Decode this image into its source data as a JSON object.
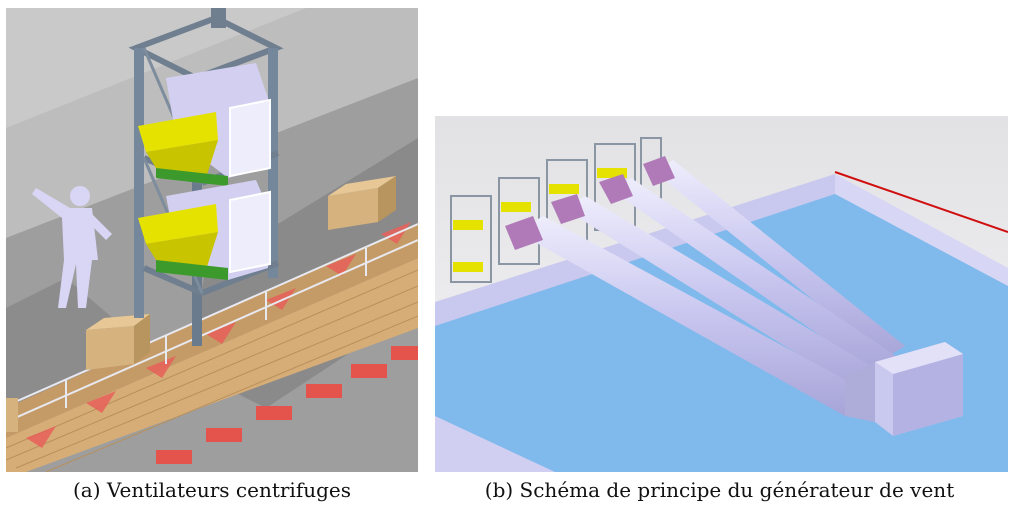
{
  "figure": {
    "panels": [
      {
        "id": "a",
        "caption": "(a) Ventilateurs centrifuges"
      },
      {
        "id": "b",
        "caption": "(b) Schéma de principe du générateur de vent"
      }
    ],
    "colors": {
      "floor_grey": "#a9a9a9",
      "frame_steel": "#6f7f8f",
      "fan_housing": "#d9d6f2",
      "vane_yellow": "#e8e400",
      "belt_green": "#3e9a2e",
      "walkway_wood": "#d8b07c",
      "marker_red": "#e0403a",
      "pipe_lavender": "#c7c6ee",
      "nozzle_pink": "#b07ab8",
      "water_blue": "#7fb8ec",
      "edge_red": "#d01010"
    }
  }
}
